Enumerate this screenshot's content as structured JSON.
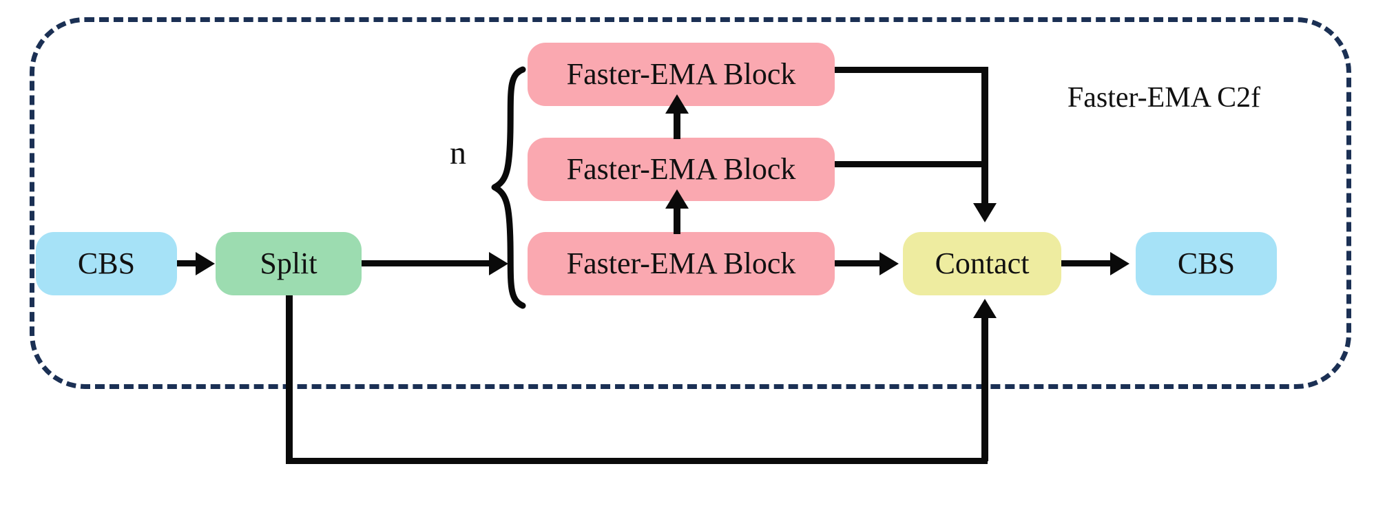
{
  "diagram": {
    "title": "Faster-EMA C2f",
    "group_label": "Faster-EMA C2f",
    "repeat_label": "n",
    "colors": {
      "cbs": "#A6E2F7",
      "split": "#9CDCB0",
      "faster_ema_block": "#FAA8B0",
      "contact": "#EEECA0",
      "frame_border": "#1B3054",
      "line": "#0A0A0A",
      "background": "#FFFFFF",
      "text": "#111111"
    },
    "nodes": [
      {
        "id": "cbs-in",
        "label": "CBS",
        "type": "cbs"
      },
      {
        "id": "split",
        "label": "Split",
        "type": "split"
      },
      {
        "id": "fema-1",
        "label": "Faster-EMA Block",
        "type": "fema"
      },
      {
        "id": "fema-2",
        "label": "Faster-EMA Block",
        "type": "fema"
      },
      {
        "id": "fema-3",
        "label": "Faster-EMA Block",
        "type": "fema"
      },
      {
        "id": "contact",
        "label": "Contact",
        "type": "contact"
      },
      {
        "id": "cbs-out",
        "label": "CBS",
        "type": "cbs"
      }
    ],
    "edges": [
      {
        "from": "cbs-in",
        "to": "split",
        "style": "arrow"
      },
      {
        "from": "split",
        "to": "fema-1",
        "style": "arrow"
      },
      {
        "from": "fema-1",
        "to": "fema-2",
        "style": "arrow"
      },
      {
        "from": "fema-2",
        "to": "fema-3",
        "style": "arrow"
      },
      {
        "from": "fema-1",
        "to": "contact",
        "style": "arrow"
      },
      {
        "from": "fema-2",
        "to": "contact",
        "style": "line"
      },
      {
        "from": "fema-3",
        "to": "contact",
        "style": "line"
      },
      {
        "from": "split",
        "to": "contact",
        "style": "arrow-bypass"
      },
      {
        "from": "contact",
        "to": "cbs-out",
        "style": "arrow"
      }
    ]
  }
}
